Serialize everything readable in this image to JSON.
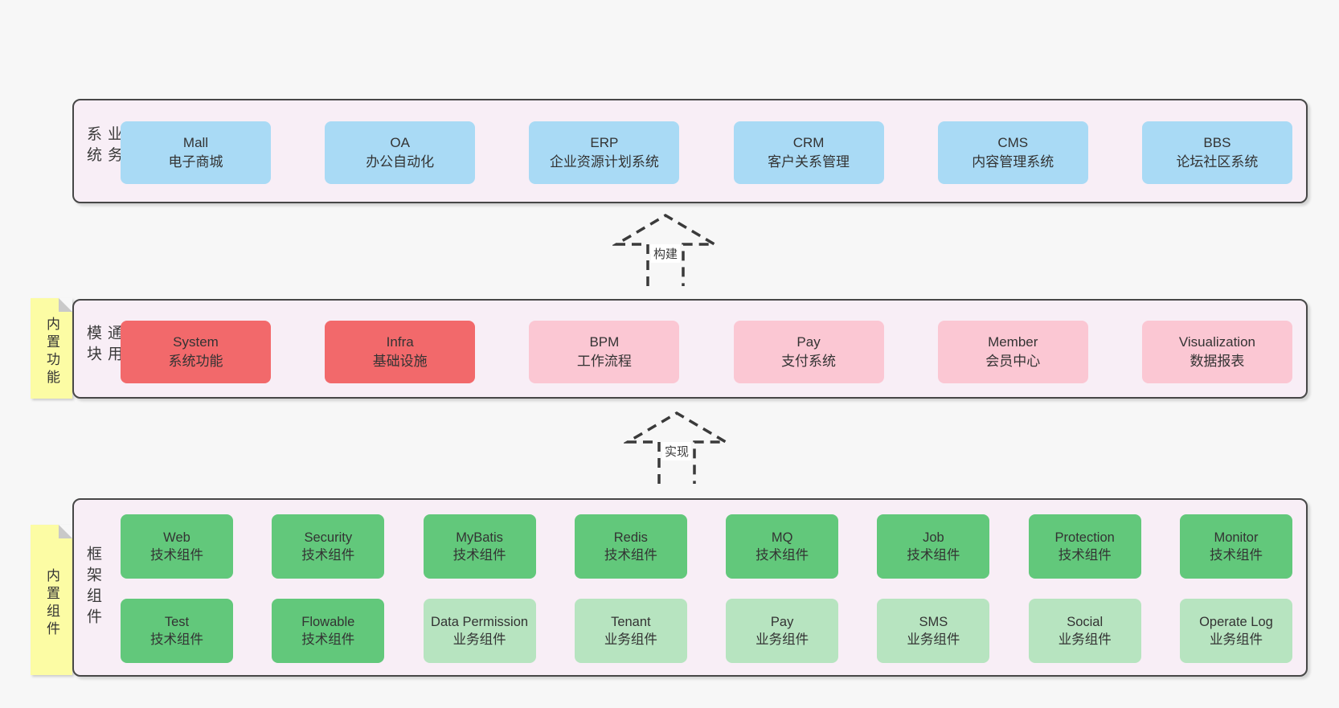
{
  "diagram": {
    "arrows": [
      {
        "label": "构建"
      },
      {
        "label": "实现"
      }
    ],
    "layers": [
      {
        "title": "业务系统",
        "boxes": [
          {
            "name": "Mall",
            "desc": "电子商城",
            "variant": "blue"
          },
          {
            "name": "OA",
            "desc": "办公自动化",
            "variant": "blue"
          },
          {
            "name": "ERP",
            "desc": "企业资源计划系统",
            "variant": "blue"
          },
          {
            "name": "CRM",
            "desc": "客户关系管理",
            "variant": "blue"
          },
          {
            "name": "CMS",
            "desc": "内容管理系统",
            "variant": "blue"
          },
          {
            "name": "BBS",
            "desc": "论坛社区系统",
            "variant": "blue"
          }
        ]
      },
      {
        "title": "通用模块",
        "tag": "内置功能",
        "boxes": [
          {
            "name": "System",
            "desc": "系统功能",
            "variant": "red"
          },
          {
            "name": "Infra",
            "desc": "基础设施",
            "variant": "red"
          },
          {
            "name": "BPM",
            "desc": "工作流程",
            "variant": "pink"
          },
          {
            "name": "Pay",
            "desc": "支付系统",
            "variant": "pink"
          },
          {
            "name": "Member",
            "desc": "会员中心",
            "variant": "pink"
          },
          {
            "name": "Visualization",
            "desc": "数据报表",
            "variant": "pink"
          }
        ]
      },
      {
        "title": "框架组件",
        "tag": "内置组件",
        "row1": [
          {
            "name": "Web",
            "desc": "技术组件",
            "variant": "green"
          },
          {
            "name": "Security",
            "desc": "技术组件",
            "variant": "green"
          },
          {
            "name": "MyBatis",
            "desc": "技术组件",
            "variant": "green"
          },
          {
            "name": "Redis",
            "desc": "技术组件",
            "variant": "green"
          },
          {
            "name": "MQ",
            "desc": "技术组件",
            "variant": "green"
          },
          {
            "name": "Job",
            "desc": "技术组件",
            "variant": "green"
          },
          {
            "name": "Protection",
            "desc": "技术组件",
            "variant": "green"
          },
          {
            "name": "Monitor",
            "desc": "技术组件",
            "variant": "green"
          }
        ],
        "row2": [
          {
            "name": "Test",
            "desc": "技术组件",
            "variant": "green"
          },
          {
            "name": "Flowable",
            "desc": "技术组件",
            "variant": "green"
          },
          {
            "name": "Data Permission",
            "desc": "业务组件",
            "variant": "lightgreen"
          },
          {
            "name": "Tenant",
            "desc": "业务组件",
            "variant": "lightgreen"
          },
          {
            "name": "Pay",
            "desc": "业务组件",
            "variant": "lightgreen"
          },
          {
            "name": "SMS",
            "desc": "业务组件",
            "variant": "lightgreen"
          },
          {
            "name": "Social",
            "desc": "业务组件",
            "variant": "lightgreen"
          },
          {
            "name": "Operate Log",
            "desc": "业务组件",
            "variant": "lightgreen"
          }
        ]
      }
    ],
    "colors": {
      "page_bg": "#f7f7f7",
      "layer_bg": "#f8eef6",
      "layer_border": "#474747",
      "blue": "#a9daf5",
      "red": "#f2696b",
      "pink": "#fbc7d3",
      "green": "#62c87b",
      "lightgreen": "#b7e4c0",
      "sticky_yellow": "#fcfca4",
      "fold_gray": "#c9c9c9"
    }
  }
}
